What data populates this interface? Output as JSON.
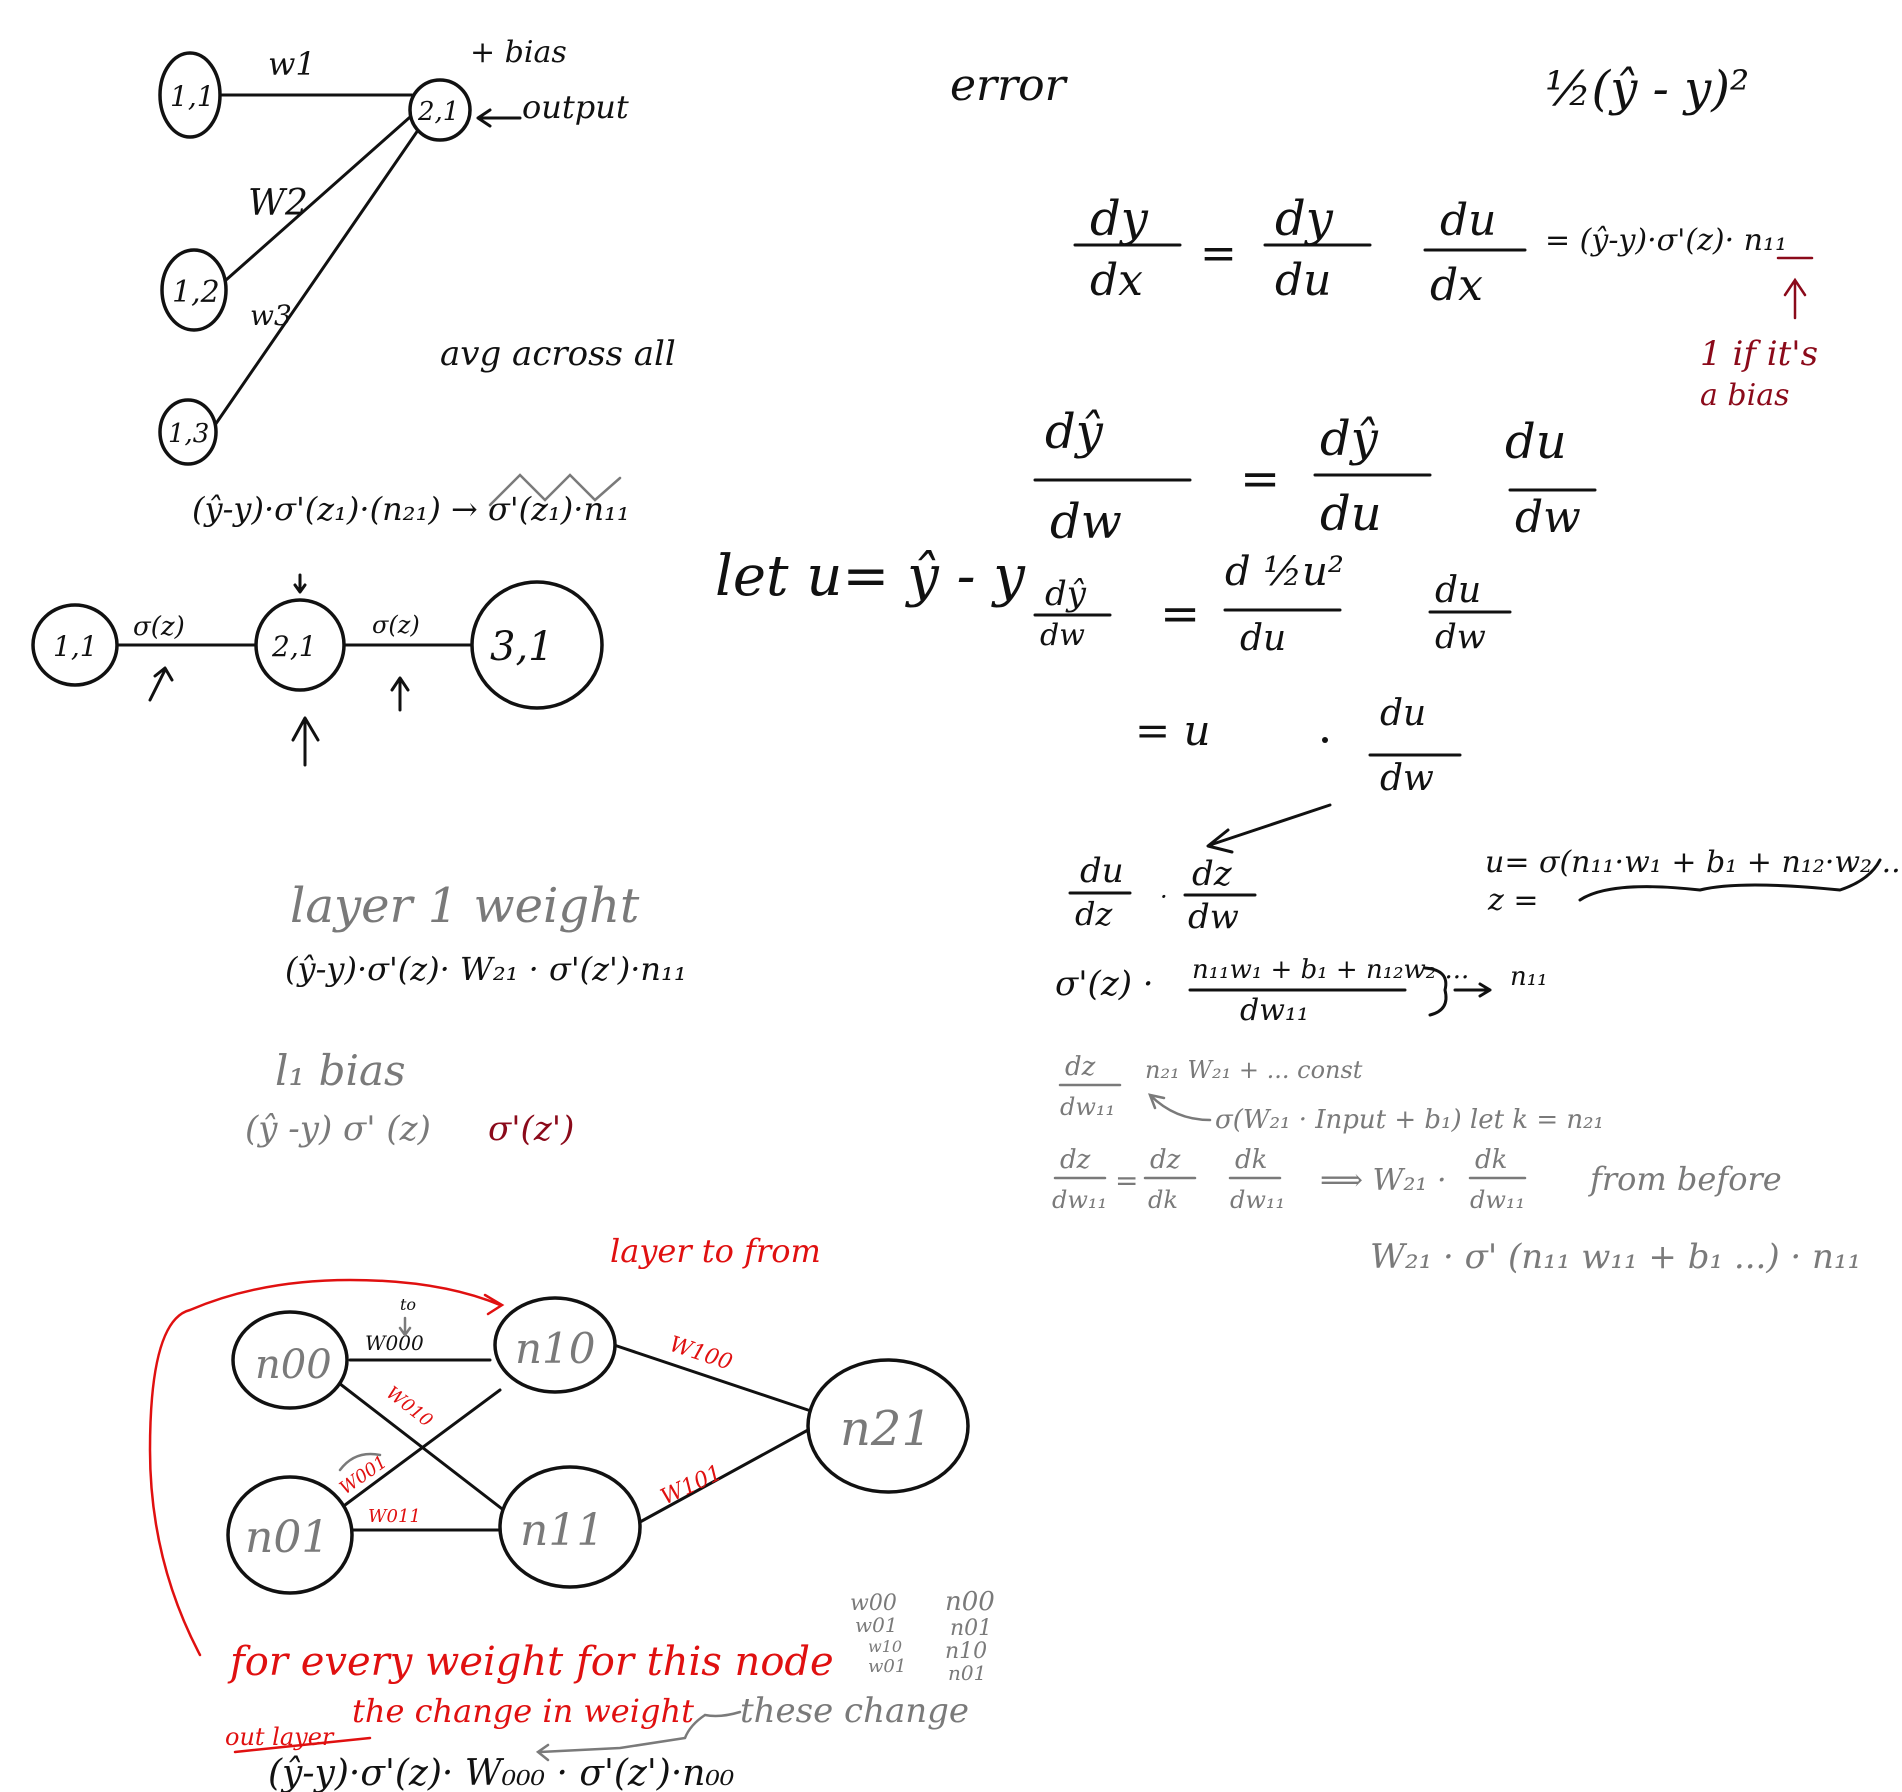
{
  "diagram1": {
    "nodes": [
      {
        "label": "1,1"
      },
      {
        "label": "1,2"
      },
      {
        "label": "1,3"
      },
      {
        "label": "2,1"
      }
    ],
    "edges": [
      {
        "label": "w1"
      },
      {
        "label": "W2"
      },
      {
        "label": "w3"
      }
    ],
    "bias_note": "+ bias",
    "output_note": "output",
    "avg_note": "avg across all"
  },
  "diagram2": {
    "nodes": [
      {
        "label": "1,1"
      },
      {
        "label": "2,1"
      },
      {
        "label": "3,1"
      }
    ],
    "edges": [
      {
        "label": "σ(z)"
      },
      {
        "label": "σ(z)"
      }
    ]
  },
  "formula_main": "(ŷ-y)·σ'(z₁)·(n₂₁) → σ'(z₁)·n₁₁",
  "layer1_weight": {
    "title": "layer 1 weight",
    "formula": "(ŷ-y)·σ'(z)· W₂₁ · σ'(z')·n₁₁"
  },
  "l1_bias": {
    "title": "l₁ bias",
    "formula_black": "(ŷ -y) σ' (z)",
    "formula_red": "σ'(z')"
  },
  "error": {
    "label": "error",
    "formula": "½(ŷ - y)²"
  },
  "chain_rule": {
    "row1_lhs": "dy",
    "row1_lhs_den": "dx",
    "row1_mid": "dy",
    "row1_mid_den": "du",
    "row1_rhs": "du",
    "row1_rhs_den": "dx",
    "row1_result": "= (ŷ-y)·σ'(z)· n₁₁",
    "bias_note_line1": "1 if it's",
    "bias_note_line2": "a bias",
    "row2_lhs": "dŷ",
    "row2_lhs_den": "dw",
    "row2_mid": "dŷ",
    "row2_mid_den": "du",
    "row2_rhs": "du",
    "row2_rhs_den": "dw",
    "let_u": "let u= ŷ - y",
    "row3_lhs": "dŷ",
    "row3_lhs_den": "dw",
    "row3_mid": "d ½u²",
    "row3_mid_den": "du",
    "row3_rhs": "du",
    "row3_rhs_den": "dw",
    "row4_u": "= u",
    "row4_frac_num": "du",
    "row4_frac_den": "dw",
    "row5_a_num": "du",
    "row5_a_den": "dz",
    "row5_b_num": "dz",
    "row5_b_den": "dw",
    "u_def": "u= σ(n₁₁·w₁ + b₁ + n₁₂·w₂ .....)",
    "z_def": "z =",
    "row6_sigma": "σ'(z) ·",
    "row6_num": "n₁₁w₁ + b₁ + n₁₂w₂ ...",
    "row6_den": "dw₁₁",
    "row6_result": "n₁₁"
  },
  "gray_block": {
    "a_num": "dz",
    "a_den": "dw₁₁",
    "a_text": "n₂₁ W₂₁ + ... const",
    "b_text": "σ(W₂₁ · Input + b₁) let k = n₂₁",
    "c_num1": "dz",
    "c_den1": "dw₁₁",
    "c_num2": "dz",
    "c_den2": "dk",
    "c_num3": "dk",
    "c_den3": "dw₁₁",
    "c_arrow": "⟹ W₂₁ ·",
    "c_num4": "dk",
    "c_den4": "dw₁₁",
    "from_before": "from before",
    "d_text": "W₂₁ · σ' (n₁₁ w₁₁ + b₁ ...) · n₁₁"
  },
  "network": {
    "layer_note": "layer to from",
    "to_note": "to",
    "nodes": [
      {
        "label": "n00"
      },
      {
        "label": "n01"
      },
      {
        "label": "n10"
      },
      {
        "label": "n11"
      },
      {
        "label": "n21"
      }
    ],
    "edges": [
      {
        "label": "W000"
      },
      {
        "label": "W010"
      },
      {
        "label": "W001"
      },
      {
        "label": "W011"
      },
      {
        "label": "W100"
      },
      {
        "label": "W101"
      }
    ],
    "weights_list": [
      "w00",
      "w01",
      "w10",
      "w01"
    ],
    "nodes_list": [
      "n00",
      "n01",
      "n10",
      "n01"
    ],
    "for_every": "for every weight for this node",
    "change_note": "the change in weight",
    "these_change": "these change",
    "out_layer": "out layer",
    "final_formula": "(ŷ-y)·σ'(z)· W₀₀₀ · σ'(z')·n₀₀"
  },
  "colors": {
    "ink": "#111111",
    "gray": "#7a7a7a",
    "red": "#e01010",
    "dark_red": "#8b0a1a",
    "background": "#ffffff"
  }
}
